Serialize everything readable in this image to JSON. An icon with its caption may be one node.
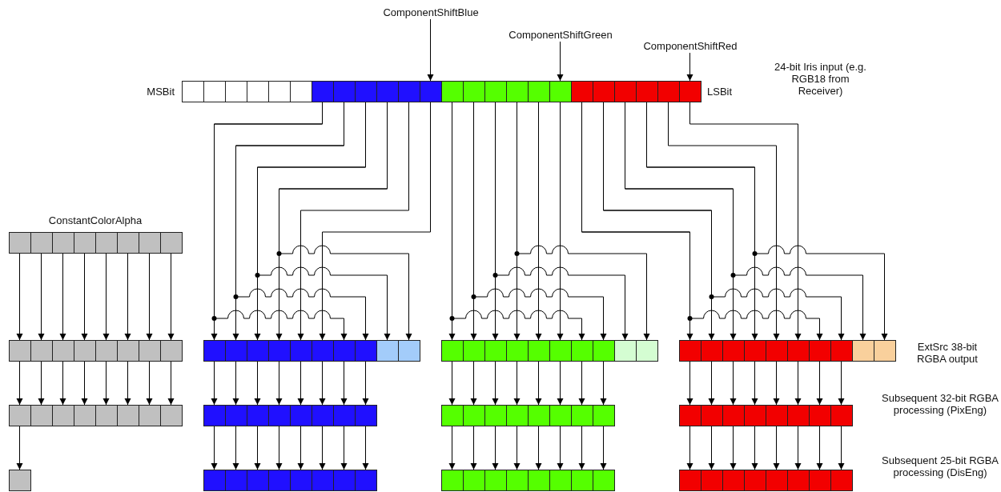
{
  "diagram": {
    "nodes": [
      {
        "text": [
          "ComponentShiftBlue"
        ]
      },
      {
        "text": [
          "ComponentShiftGreen"
        ]
      },
      {
        "text": [
          "ComponentShiftRed"
        ]
      },
      {
        "text": [],
        "shape": "box"
      },
      {
        "text": [],
        "shape": "box"
      },
      {
        "text": [],
        "shape": "box"
      },
      {
        "text": [],
        "shape": "box"
      },
      {
        "text": [],
        "shape": "box"
      },
      {
        "text": [],
        "shape": "box"
      },
      {
        "text": [],
        "shape": "box"
      },
      {
        "text": [],
        "shape": "box"
      },
      {
        "text": [],
        "shape": "box"
      },
      {
        "text": [],
        "shape": "box"
      },
      {
        "text": [],
        "shape": "box"
      },
      {
        "text": [],
        "shape": "box"
      },
      {
        "text": [],
        "shape": "box"
      },
      {
        "text": [],
        "shape": "box"
      },
      {
        "text": [],
        "shape": "box"
      },
      {
        "text": [],
        "shape": "box"
      },
      {
        "text": [],
        "shape": "box"
      },
      {
        "text": [],
        "shape": "box"
      },
      {
        "text": [],
        "shape": "box"
      },
      {
        "text": [],
        "shape": "box"
      },
      {
        "text": [],
        "shape": "box"
      },
      {
        "text": [],
        "shape": "box"
      },
      {
        "text": [],
        "shape": "box"
      },
      {
        "text": [],
        "shape": "box"
      },
      {
        "text": [],
        "shape": "box"
      },
      {
        "text": [],
        "shape": "box"
      },
      {
        "text": [],
        "shape": "box"
      },
      {
        "text": [],
        "shape": "box"
      },
      {
        "text": [],
        "shape": "box"
      },
      {
        "text": [],
        "shape": "box"
      },
      {
        "text": [],
        "shape": "box"
      },
      {
        "text": [],
        "shape": "box"
      },
      {
        "text": [],
        "shape": "box"
      },
      {
        "text": [],
        "shape": "box"
      },
      {
        "text": [],
        "shape": "box"
      },
      {
        "text": [],
        "shape": "box"
      },
      {
        "text": [],
        "shape": "box"
      },
      {
        "text": [],
        "shape": "box"
      },
      {
        "text": [],
        "shape": "box"
      },
      {
        "text": [],
        "shape": "box"
      },
      {
        "text": [],
        "shape": "box"
      },
      {
        "text": [],
        "shape": "box"
      },
      {
        "text": [],
        "shape": "box"
      },
      {
        "text": [],
        "shape": "box"
      },
      {
        "text": [],
        "shape": "box"
      },
      {
        "text": [],
        "shape": "box"
      },
      {
        "text": [],
        "shape": "box"
      },
      {
        "text": [],
        "shape": "box"
      },
      {
        "text": [],
        "shape": "box"
      },
      {
        "text": [],
        "shape": "box"
      },
      {
        "text": [],
        "shape": "box"
      },
      {
        "text": [],
        "shape": "box"
      },
      {
        "text": [],
        "shape": "box"
      },
      {
        "text": [],
        "shape": "box"
      },
      {
        "text": [],
        "shape": "box"
      },
      {
        "text": [],
        "shape": "box"
      },
      {
        "text": [],
        "shape": "box"
      },
      {
        "text": [],
        "shape": "box"
      },
      {
        "text": [],
        "shape": "box"
      },
      {
        "text": [],
        "shape": "box"
      },
      {
        "text": [],
        "shape": "box"
      },
      {
        "text": [],
        "shape": "box"
      },
      {
        "text": [],
        "shape": "box"
      },
      {
        "text": [],
        "shape": "box"
      },
      {
        "text": [],
        "shape": "box"
      },
      {
        "text": [],
        "shape": "box"
      },
      {
        "text": [],
        "shape": "box"
      },
      {
        "text": [],
        "shape": "box"
      },
      {
        "text": [],
        "shape": "box"
      },
      {
        "text": [],
        "shape": "box"
      },
      {
        "text": [],
        "shape": "box"
      },
      {
        "text": [],
        "shape": "box"
      },
      {
        "text": [],
        "shape": "box"
      },
      {
        "text": [],
        "shape": "box"
      },
      {
        "text": [],
        "shape": "box"
      },
      {
        "text": [],
        "shape": "box"
      },
      {
        "text": [],
        "shape": "box"
      },
      {
        "text": [],
        "shape": "box"
      },
      {
        "text": [],
        "shape": "box"
      },
      {
        "text": [],
        "shape": "box"
      },
      {
        "text": [],
        "shape": "box"
      },
      {
        "text": [],
        "shape": "box"
      },
      {
        "text": [],
        "shape": "box"
      },
      {
        "text": [],
        "shape": "box"
      },
      {
        "text": [],
        "shape": "box"
      },
      {
        "text": [],
        "shape": "box"
      },
      {
        "text": [],
        "shape": "box"
      },
      {
        "text": [],
        "shape": "box"
      },
      {
        "text": [],
        "shape": "box"
      },
      {
        "text": [],
        "shape": "box"
      },
      {
        "text": [],
        "shape": "box"
      },
      {
        "text": [],
        "shape": "box"
      },
      {
        "text": [],
        "shape": "box"
      },
      {
        "text": [],
        "shape": "box"
      },
      {
        "text": [],
        "shape": "box"
      },
      {
        "text": [],
        "shape": "box"
      },
      {
        "text": [],
        "shape": "box"
      },
      {
        "text": [],
        "shape": "box"
      },
      {
        "text": [],
        "shape": "box"
      },
      {
        "text": [],
        "shape": "box"
      },
      {
        "text": [],
        "shape": "box"
      },
      {
        "text": [],
        "shape": "box"
      },
      {
        "text": [],
        "shape": "box"
      },
      {
        "text": [],
        "shape": "box"
      },
      {
        "text": [],
        "shape": "box"
      },
      {
        "text": [],
        "shape": "box"
      },
      {
        "text": [],
        "shape": "box"
      },
      {
        "text": [],
        "shape": "box"
      },
      {
        "text": [],
        "shape": "box"
      },
      {
        "text": [],
        "shape": "box"
      },
      {
        "text": [],
        "shape": "box"
      },
      {
        "text": [],
        "shape": "box"
      },
      {
        "text": [],
        "shape": "box"
      },
      {
        "text": [],
        "shape": "box"
      },
      {
        "text": [],
        "shape": "box"
      },
      {
        "text": [],
        "shape": "box"
      },
      {
        "text": [],
        "shape": "box"
      },
      {
        "text": [],
        "shape": "box"
      },
      {
        "text": [],
        "shape": "box"
      },
      {
        "text": [],
        "shape": "box"
      },
      {
        "text": [],
        "shape": "box"
      },
      {
        "text": [],
        "shape": "box"
      },
      {
        "text": [],
        "shape": "box"
      },
      {
        "text": [],
        "shape": "box"
      },
      {
        "text": [],
        "shape": "box"
      },
      {
        "text": [],
        "shape": "box"
      },
      {
        "text": [],
        "shape": "box"
      }
    ],
    "edges": [
      {
        "from": 0,
        "to": 14,
        "arrow": "to"
      },
      {
        "from": 1,
        "to": 20,
        "arrow": "to"
      },
      {
        "from": 2,
        "to": 26,
        "arrow": "to"
      },
      {
        "from": 9,
        "to": 43,
        "arrow": "to"
      },
      {
        "from": 9,
        "to": 49,
        "arrow": "to"
      },
      {
        "from": 10,
        "to": 44,
        "arrow": "to"
      },
      {
        "from": 10,
        "to": 50,
        "arrow": "to"
      },
      {
        "from": 11,
        "to": 45,
        "arrow": "to"
      },
      {
        "from": 11,
        "to": 51,
        "arrow": "to"
      },
      {
        "from": 12,
        "to": 46,
        "arrow": "to"
      },
      {
        "from": 12,
        "to": 52,
        "arrow": "to"
      },
      {
        "from": 13,
        "to": 47,
        "arrow": "to"
      },
      {
        "from": 14,
        "to": 48,
        "arrow": "to"
      },
      {
        "from": 15,
        "to": 53,
        "arrow": "to"
      },
      {
        "from": 15,
        "to": 59,
        "arrow": "to"
      },
      {
        "from": 16,
        "to": 54,
        "arrow": "to"
      },
      {
        "from": 16,
        "to": 60,
        "arrow": "to"
      },
      {
        "from": 17,
        "to": 55,
        "arrow": "to"
      },
      {
        "from": 17,
        "to": 61,
        "arrow": "to"
      },
      {
        "from": 18,
        "to": 56,
        "arrow": "to"
      },
      {
        "from": 18,
        "to": 62,
        "arrow": "to"
      },
      {
        "from": 19,
        "to": 57,
        "arrow": "to"
      },
      {
        "from": 20,
        "to": 58,
        "arrow": "to"
      },
      {
        "from": 21,
        "to": 63,
        "arrow": "to"
      },
      {
        "from": 21,
        "to": 69,
        "arrow": "to"
      },
      {
        "from": 22,
        "to": 64,
        "arrow": "to"
      },
      {
        "from": 22,
        "to": 70,
        "arrow": "to"
      },
      {
        "from": 23,
        "to": 65,
        "arrow": "to"
      },
      {
        "from": 23,
        "to": 71,
        "arrow": "to"
      },
      {
        "from": 24,
        "to": 66,
        "arrow": "to"
      },
      {
        "from": 24,
        "to": 72,
        "arrow": "to"
      },
      {
        "from": 25,
        "to": 67,
        "arrow": "to"
      },
      {
        "from": 26,
        "to": 68,
        "arrow": "to"
      },
      {
        "from": 27,
        "to": 35,
        "arrow": "to"
      },
      {
        "from": 28,
        "to": 36,
        "arrow": "to"
      },
      {
        "from": 29,
        "to": 37,
        "arrow": "to"
      },
      {
        "from": 30,
        "to": 38,
        "arrow": "to"
      },
      {
        "from": 31,
        "to": 39,
        "arrow": "to"
      },
      {
        "from": 32,
        "to": 40,
        "arrow": "to"
      },
      {
        "from": 33,
        "to": 41,
        "arrow": "to"
      },
      {
        "from": 34,
        "to": 42,
        "arrow": "to"
      },
      {
        "from": 35,
        "to": 73,
        "arrow": "to"
      },
      {
        "from": 36,
        "to": 74,
        "arrow": "to"
      },
      {
        "from": 37,
        "to": 75,
        "arrow": "to"
      },
      {
        "from": 38,
        "to": 76,
        "arrow": "to"
      },
      {
        "from": 39,
        "to": 77,
        "arrow": "to"
      },
      {
        "from": 40,
        "to": 78,
        "arrow": "to"
      },
      {
        "from": 41,
        "to": 79,
        "arrow": "to"
      },
      {
        "from": 42,
        "to": 80,
        "arrow": "to"
      },
      {
        "from": 43,
        "to": 81,
        "arrow": "to"
      },
      {
        "from": 44,
        "to": 82,
        "arrow": "to"
      },
      {
        "from": 45,
        "to": 83,
        "arrow": "to"
      },
      {
        "from": 46,
        "to": 84,
        "arrow": "to"
      },
      {
        "from": 47,
        "to": 85,
        "arrow": "to"
      },
      {
        "from": 48,
        "to": 86,
        "arrow": "to"
      },
      {
        "from": 49,
        "to": 87,
        "arrow": "to"
      },
      {
        "from": 50,
        "to": 88,
        "arrow": "to"
      },
      {
        "from": 53,
        "to": 89,
        "arrow": "to"
      },
      {
        "from": 54,
        "to": 90,
        "arrow": "to"
      },
      {
        "from": 55,
        "to": 91,
        "arrow": "to"
      },
      {
        "from": 56,
        "to": 92,
        "arrow": "to"
      },
      {
        "from": 57,
        "to": 93,
        "arrow": "to"
      },
      {
        "from": 58,
        "to": 94,
        "arrow": "to"
      },
      {
        "from": 59,
        "to": 95,
        "arrow": "to"
      },
      {
        "from": 60,
        "to": 96,
        "arrow": "to"
      },
      {
        "from": 63,
        "to": 97,
        "arrow": "to"
      },
      {
        "from": 64,
        "to": 98,
        "arrow": "to"
      },
      {
        "from": 65,
        "to": 99,
        "arrow": "to"
      },
      {
        "from": 66,
        "to": 100,
        "arrow": "to"
      },
      {
        "from": 67,
        "to": 101,
        "arrow": "to"
      },
      {
        "from": 68,
        "to": 102,
        "arrow": "to"
      },
      {
        "from": 69,
        "to": 103,
        "arrow": "to"
      },
      {
        "from": 70,
        "to": 104,
        "arrow": "to"
      },
      {
        "from": 73,
        "to": 105,
        "arrow": "to"
      },
      {
        "from": 81,
        "to": 106,
        "arrow": "to"
      },
      {
        "from": 82,
        "to": 107,
        "arrow": "to"
      },
      {
        "from": 83,
        "to": 108,
        "arrow": "to"
      },
      {
        "from": 84,
        "to": 109,
        "arrow": "to"
      },
      {
        "from": 85,
        "to": 110,
        "arrow": "to"
      },
      {
        "from": 86,
        "to": 111,
        "arrow": "to"
      },
      {
        "from": 87,
        "to": 112,
        "arrow": "to"
      },
      {
        "from": 88,
        "to": 113,
        "arrow": "to"
      },
      {
        "from": 89,
        "to": 114,
        "arrow": "to"
      },
      {
        "from": 90,
        "to": 115,
        "arrow": "to"
      },
      {
        "from": 91,
        "to": 116,
        "arrow": "to"
      },
      {
        "from": 92,
        "to": 117,
        "arrow": "to"
      },
      {
        "from": 93,
        "to": 118,
        "arrow": "to"
      },
      {
        "from": 94,
        "to": 119,
        "arrow": "to"
      },
      {
        "from": 95,
        "to": 120,
        "arrow": "to"
      },
      {
        "from": 96,
        "to": 121,
        "arrow": "to"
      },
      {
        "from": 97,
        "to": 122,
        "arrow": "to"
      },
      {
        "from": 98,
        "to": 123,
        "arrow": "to"
      },
      {
        "from": 99,
        "to": 124,
        "arrow": "to"
      },
      {
        "from": 100,
        "to": 125,
        "arrow": "to"
      },
      {
        "from": 101,
        "to": 126,
        "arrow": "to"
      },
      {
        "from": 102,
        "to": 127,
        "arrow": "to"
      },
      {
        "from": 103,
        "to": 128,
        "arrow": "to"
      },
      {
        "from": 104,
        "to": 129,
        "arrow": "to"
      }
    ],
    "labels": [
      "MSBit",
      "LSBit",
      "24-bit Iris input (e.g. RGB18 from Receiver)",
      "ConstantColorAlpha",
      "ExtSrc 38-bit RGBA output",
      "Subsequent 32-bit RGBA processing (PixEng)",
      "Subsequent 25-bit RGBA processing (DisEng)"
    ]
  }
}
